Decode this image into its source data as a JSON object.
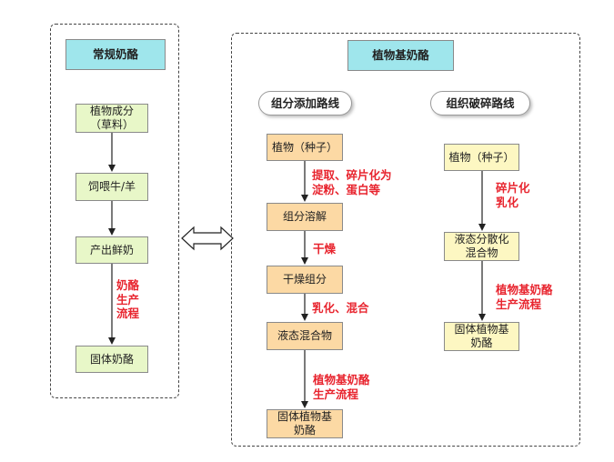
{
  "left_panel": {
    "title": "常规奶酪",
    "steps": [
      "植物成分\n（草料）",
      "饲喂牛/羊",
      "产出鲜奶",
      "固体奶酪"
    ],
    "step_label": "奶酪\n生产\n流程"
  },
  "right_panel": {
    "title": "植物基奶酪",
    "route1": {
      "label": "组分添加路线",
      "steps": [
        "植物（种子）",
        "组分溶解",
        "干燥组分",
        "液态混合物",
        "固体植物基\n奶酪"
      ],
      "step_labels": [
        "提取、碎片化为\n淀粉、蛋白等",
        "干燥",
        "乳化、混合",
        "植物基奶酪\n生产流程"
      ]
    },
    "route2": {
      "label": "组织破碎路线",
      "steps": [
        "植物（种子）",
        "液态分散化\n混合物",
        "固体植物基\n奶酪"
      ],
      "step_labels": [
        "碎片化\n乳化",
        "植物基奶酪\n生产流程"
      ]
    }
  },
  "colors": {
    "title_fill": "#9fe6ec",
    "left_step_fill": "#e8f7c8",
    "route1_step_fill": "#fcd9a4",
    "route2_step_fill": "#fdf7c2",
    "annotation_text": "#e8252f"
  }
}
